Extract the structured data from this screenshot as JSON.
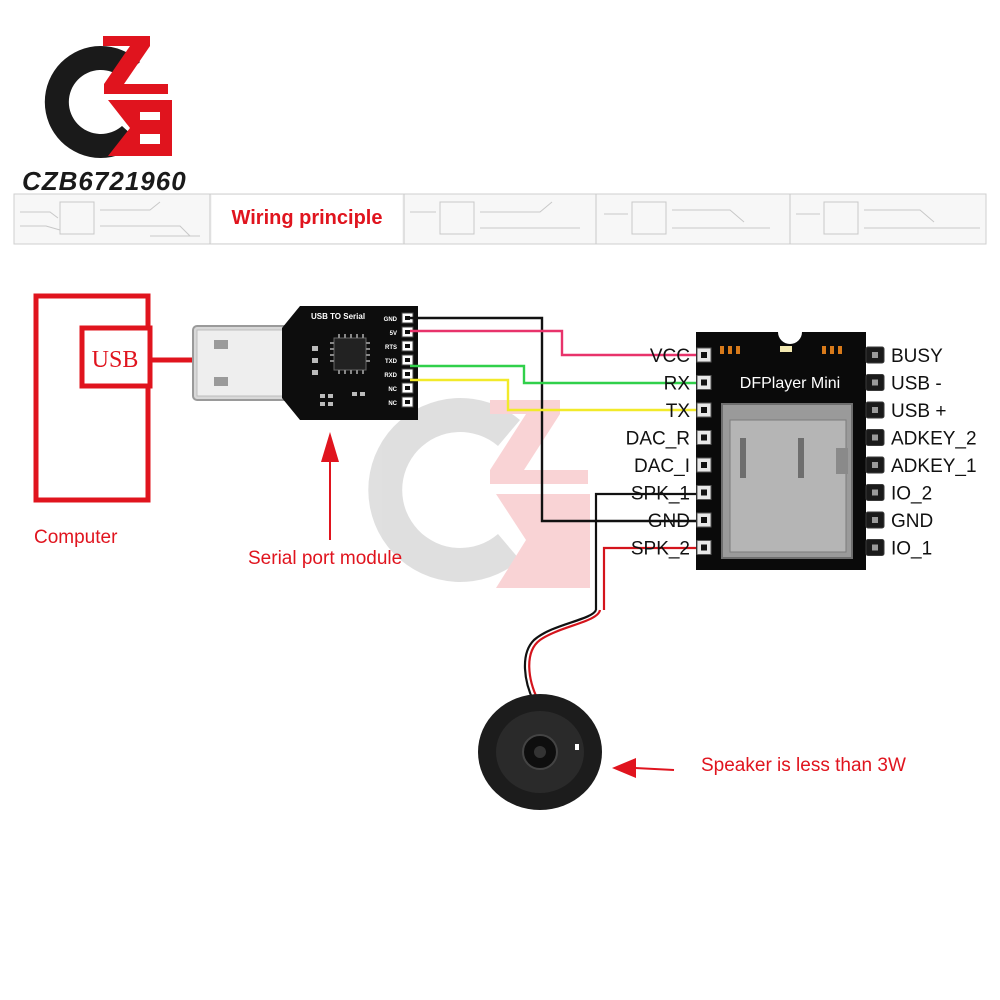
{
  "brand": {
    "logo_text": "CZB6721960",
    "accent_color": "#e0141e",
    "dark_color": "#1a1a1a"
  },
  "banner": {
    "title": "Wiring principle",
    "title_color": "#e0141e"
  },
  "computer": {
    "label": "Computer",
    "port_label": "USB"
  },
  "serial_module": {
    "board_title": "USB TO Serial",
    "pins": [
      "GND",
      "5V",
      "RTS",
      "TXD",
      "RXD",
      "NC",
      "NC"
    ],
    "caption": "Serial port module"
  },
  "dfplayer": {
    "title": "DFPlayer Mini",
    "left_pins": [
      "VCC",
      "RX",
      "TX",
      "DAC_R",
      "DAC_I",
      "SPK_1",
      "GND",
      "SPK_2"
    ],
    "right_pins": [
      "BUSY",
      "USB -",
      "USB +",
      "ADKEY_2",
      "ADKEY_1",
      "IO_2",
      "GND",
      "IO_1"
    ]
  },
  "speaker": {
    "caption": "Speaker is less than 3W"
  },
  "wire_colors": {
    "vcc": "#e8336b",
    "rx": "#30d04a",
    "tx": "#f2ea2a",
    "gnd": "#111111",
    "speaker": "#111111",
    "speaker_red": "#d4141c",
    "usb_link": "#e0141e"
  }
}
